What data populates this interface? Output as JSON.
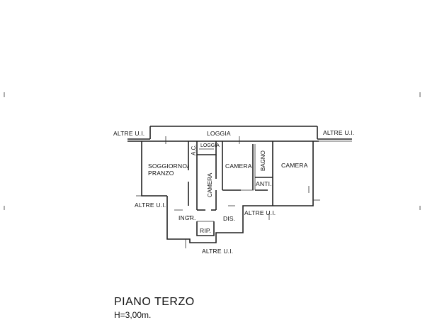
{
  "labels": {
    "altre_ui_top_left": "ALTRE U.I.",
    "loggia_top": "LOGGIA",
    "altre_ui_top_right": "ALTRE U.I.",
    "loggia_small": "LOGGIA",
    "ac": "A.C.",
    "soggiorno_line1": "SOGGIORNO/",
    "soggiorno_line2": "PRANZO",
    "camera_vertical": "CAMERA",
    "camera_center": "CAMERA",
    "bagno": "BAGNO",
    "anti": "ANTI.",
    "camera_right": "CAMERA",
    "altre_ui_left": "ALTRE U.I.",
    "ingr": "INGR.",
    "dis": "DIS.",
    "altre_ui_right": "ALTRE U.I.",
    "rip": "RIP.",
    "altre_ui_bottom": "ALTRE U.I."
  },
  "caption": {
    "title": "PIANO TERZO",
    "height": "H=3,00m."
  }
}
